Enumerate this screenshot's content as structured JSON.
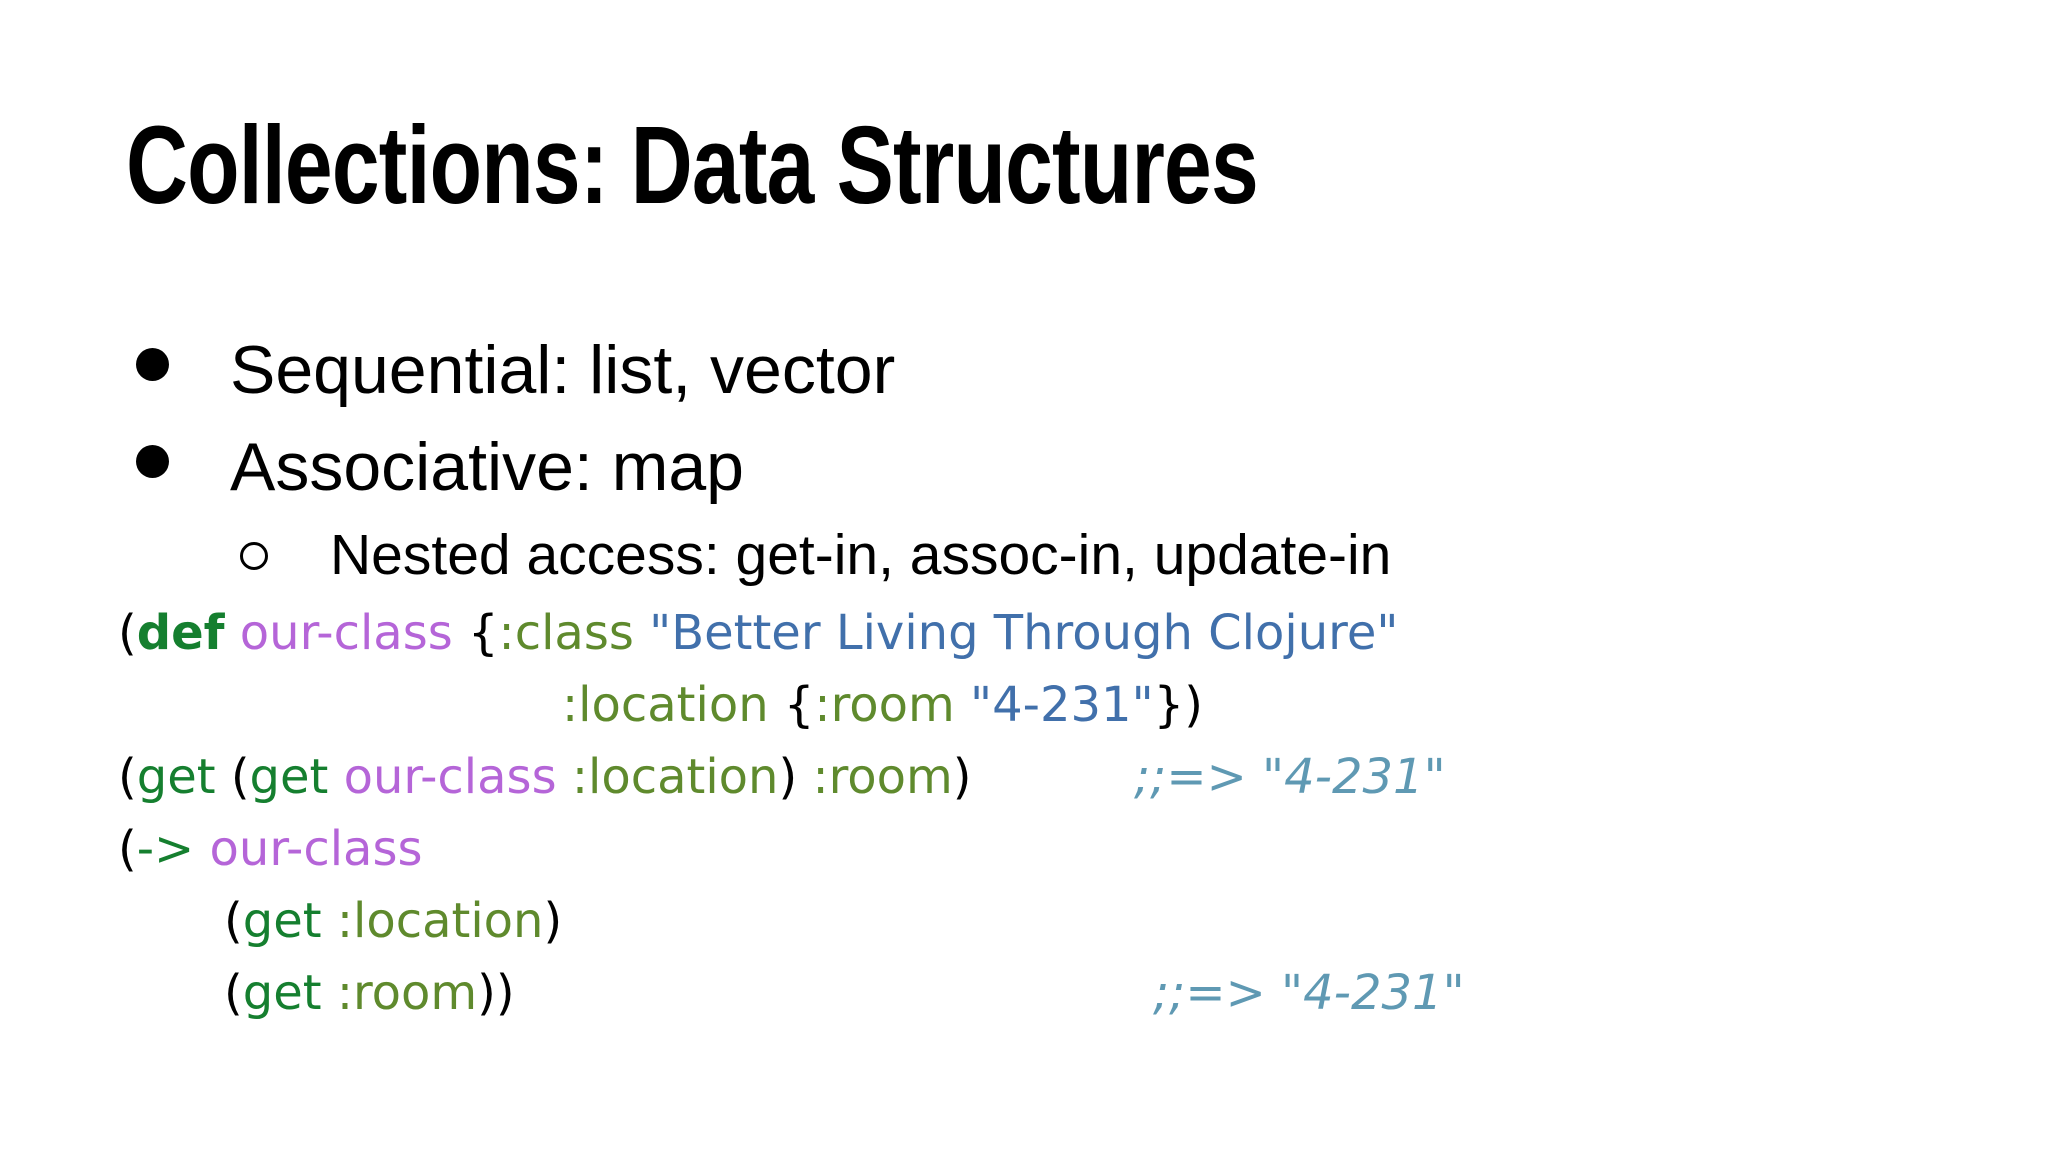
{
  "slide": {
    "title": "Collections: Data Structures",
    "bullets": {
      "b1": "Sequential: list, vector",
      "b2": "Associative: map",
      "sub1": "Nested access: get-in, assoc-in, update-in"
    },
    "code": {
      "l1": {
        "t1": "(",
        "t2": "def",
        "t3": " ",
        "t4": "our-class",
        "t5": " {",
        "t6": ":class",
        "t7": " ",
        "t8": "\"Better Living Through Clojure\""
      },
      "l2": {
        "t1": ":location",
        "t2": " {",
        "t3": ":room",
        "t4": " ",
        "t5": "\"4-231\"",
        "t6": "})"
      },
      "l3": {
        "t1": "(",
        "t2": "get",
        "t3": " (",
        "t4": "get",
        "t5": " ",
        "t6": "our-class",
        "t7": " ",
        "t8": ":location",
        "t9": ") ",
        "t10": ":room",
        "t11": ")",
        "comment": ";;=> \"4-231\""
      },
      "l4": {
        "t1": "(",
        "t2": "->",
        "t3": " ",
        "t4": "our-class"
      },
      "l5": {
        "t1": "(",
        "t2": "get",
        "t3": " ",
        "t4": ":location",
        "t5": ")"
      },
      "l6": {
        "t1": "(",
        "t2": "get",
        "t3": " ",
        "t4": ":room",
        "t5": "))",
        "comment": ";;=> \"4-231\""
      }
    },
    "colors": {
      "background": "#ffffff",
      "text": "#000000",
      "special_form_green": "#157f2f",
      "var_name_purple": "#b565d8",
      "keyword_olive": "#5f8a2d",
      "string_blue": "#4170ab",
      "comment_teal": "#5f99b3"
    }
  }
}
